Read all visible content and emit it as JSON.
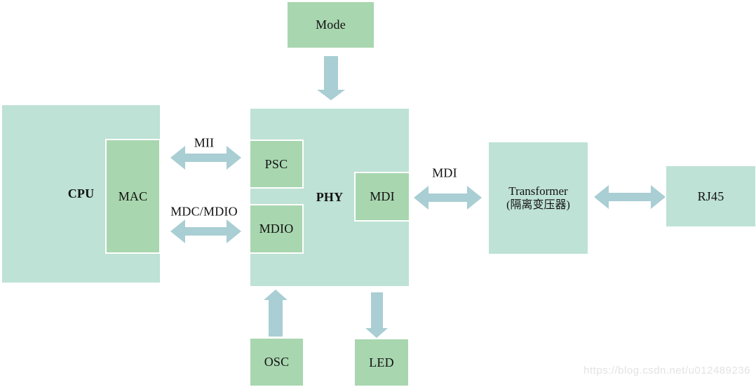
{
  "diagram": {
    "nodes": {
      "mode": "Mode",
      "cpu": "CPU",
      "mac": "MAC",
      "phy": "PHY",
      "psc": "PSC",
      "mdio": "MDIO",
      "mdi": "MDI",
      "transformer_line1": "Transformer",
      "transformer_line2": "(隔离变压器)",
      "rj45": "RJ45",
      "osc": "OSC",
      "led": "LED"
    },
    "links": {
      "mii": "MII",
      "mdc_mdio": "MDC/MDIO",
      "mdi": "MDI"
    },
    "colors": {
      "box_light": "#bee2d5",
      "box_dark": "#a8d6af",
      "arrow": "#a9ced3",
      "watermark": "#e3e3e3"
    }
  },
  "watermark": "https://blog.csdn.net/u012489236"
}
